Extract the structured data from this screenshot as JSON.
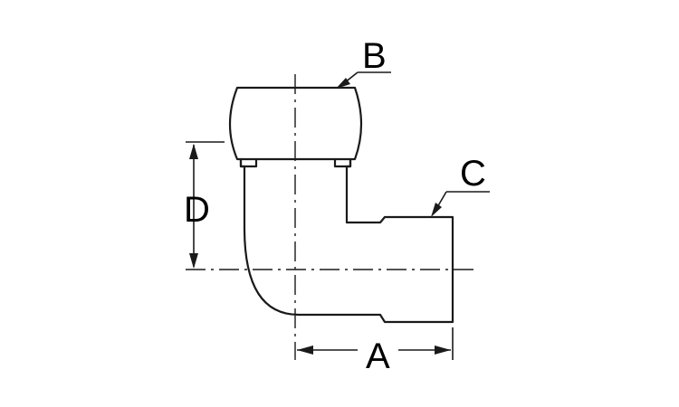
{
  "labels": {
    "a": "A",
    "b": "B",
    "c": "C",
    "d": "D"
  },
  "colors": {
    "line": "#1a1a1a",
    "background": "#ffffff"
  }
}
